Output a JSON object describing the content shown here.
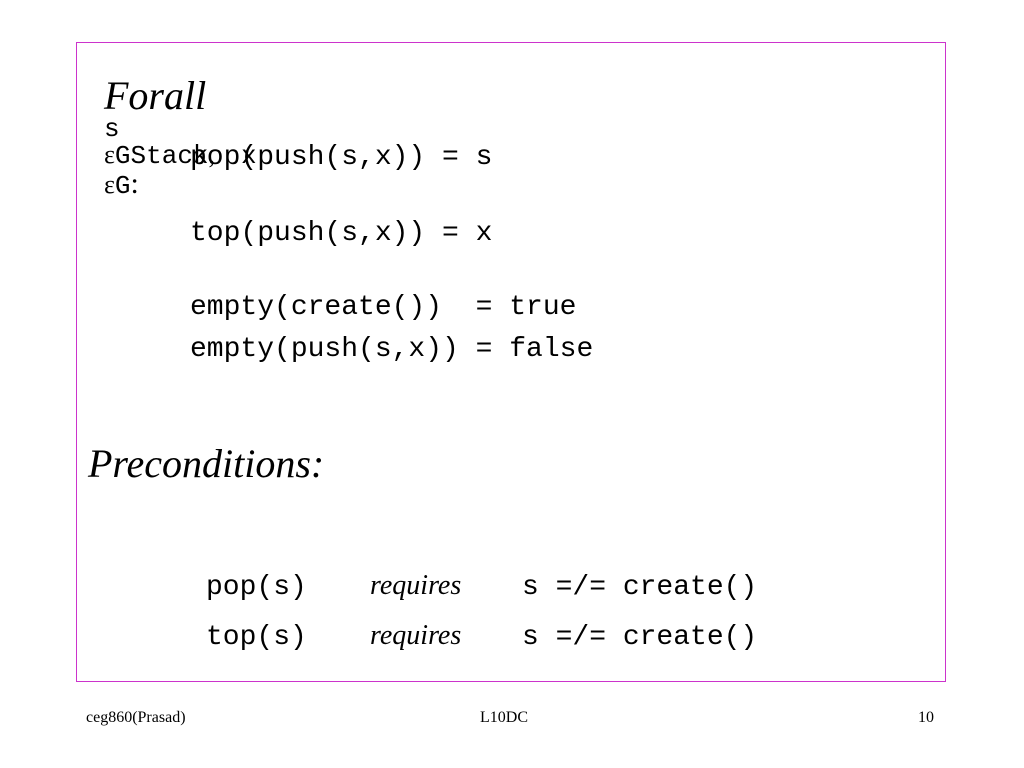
{
  "slide": {
    "forall": {
      "keyword": "Forall",
      "var1": "s",
      "epsilon1": "ε",
      "type1": "GStack",
      "sep": ",",
      "var2": "x",
      "epsilon2": "ε",
      "type2": "G",
      "colon": ":"
    },
    "axioms": [
      "pop(push(s,x)) = s",
      "top(push(s,x)) = x",
      "empty(create())  = true",
      "empty(push(s,x)) = false"
    ],
    "preconditions_heading": "Preconditions:",
    "preconditions": [
      {
        "op": "pop(s)",
        "keyword": "requires",
        "condition": "s =/= create()"
      },
      {
        "op": "top(s)",
        "keyword": "requires",
        "condition": "s =/= create()"
      }
    ]
  },
  "footer": {
    "left": "ceg860(Prasad)",
    "center": "L10DC",
    "right": "10"
  },
  "colors": {
    "border": "#cc33cc",
    "text": "#000000",
    "background": "#ffffff"
  }
}
